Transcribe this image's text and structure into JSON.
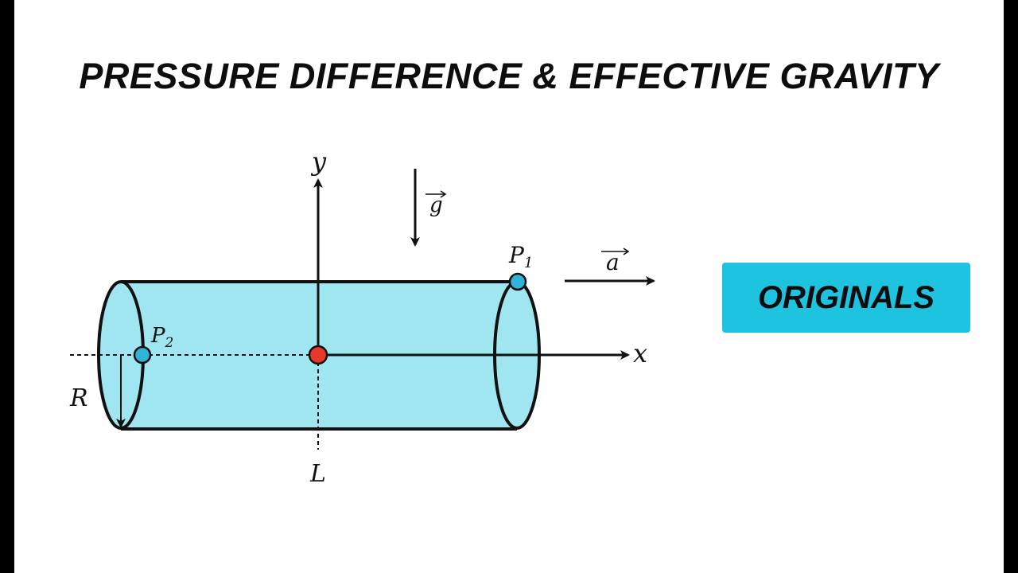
{
  "title": "PRESSURE DIFFERENCE & EFFECTIVE GRAVITY",
  "badge": "ORIGINALS",
  "diagram": {
    "label_y": "y",
    "label_x": "x",
    "label_g": "g",
    "label_a": "a",
    "label_P1_main": "P",
    "label_P1_sub": "1",
    "label_P2_main": "P",
    "label_P2_sub": "2",
    "label_R": "R",
    "label_L": "L"
  },
  "colors": {
    "fluid": "#a0e6f0",
    "point_side": "#2fb3d8",
    "point_center": "#e53a2b",
    "badge": "#1ec3df"
  }
}
